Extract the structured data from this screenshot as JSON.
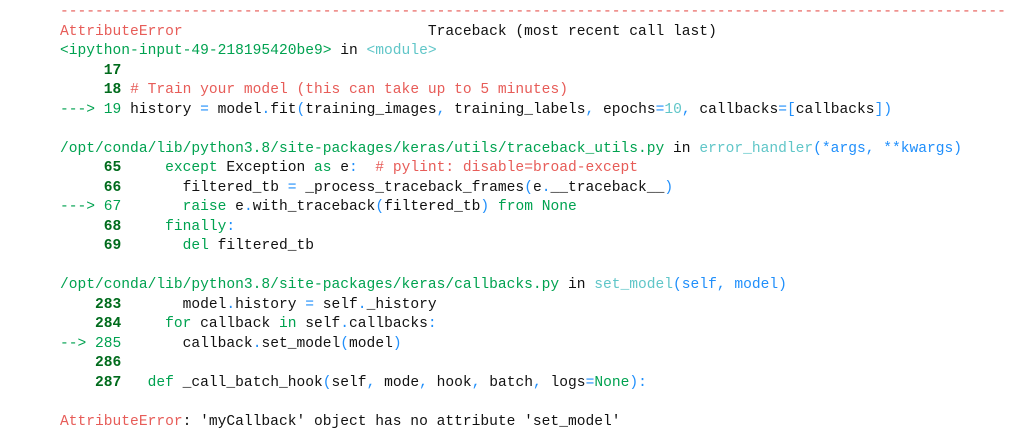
{
  "colors": {
    "red": "#e75c58",
    "green": "#00a250",
    "cyan": "#60c6c8",
    "blue": "#208ffb",
    "line_number": "#006b1c"
  },
  "traceback": {
    "lines": [
      [
        [
          "------------------------------------------------------------------------------------------------------------",
          "red"
        ]
      ],
      [
        [
          "AttributeError",
          "red"
        ],
        [
          "                            Traceback (most recent call last)",
          "blk"
        ]
      ],
      [
        [
          "<ipython-input-49-218195420be9>",
          "grn"
        ],
        [
          " in ",
          "blk"
        ],
        [
          "<module>",
          "cyn"
        ]
      ],
      [
        [
          "     17",
          "num"
        ]
      ],
      [
        [
          "     18",
          "num"
        ],
        [
          " # Train your model (this can take up to 5 minutes)",
          "red"
        ]
      ],
      [
        [
          "---> 19",
          "grn"
        ],
        [
          " history ",
          "blk"
        ],
        [
          "=",
          "blu"
        ],
        [
          " model",
          "blk"
        ],
        [
          ".",
          "blu"
        ],
        [
          "fit",
          "blk"
        ],
        [
          "(",
          "blu"
        ],
        [
          "training_images",
          "blk"
        ],
        [
          ",",
          "blu"
        ],
        [
          " training_labels",
          "blk"
        ],
        [
          ",",
          "blu"
        ],
        [
          " epochs",
          "blk"
        ],
        [
          "=",
          "blu"
        ],
        [
          "10",
          "cyn"
        ],
        [
          ",",
          "blu"
        ],
        [
          " callbacks",
          "blk"
        ],
        [
          "=[",
          "blu"
        ],
        [
          "callbacks",
          "blk"
        ],
        [
          "])",
          "blu"
        ]
      ],
      [
        [
          "",
          "blk"
        ]
      ],
      [
        [
          "/opt/conda/lib/python3.8/site-packages/keras/utils/traceback_utils.py",
          "grn"
        ],
        [
          " in ",
          "blk"
        ],
        [
          "error_handler",
          "cyn"
        ],
        [
          "(*args, **kwargs)",
          "blu"
        ]
      ],
      [
        [
          "     65",
          "num"
        ],
        [
          "     ",
          "blk"
        ],
        [
          "except",
          "grn"
        ],
        [
          " Exception ",
          "blk"
        ],
        [
          "as",
          "grn"
        ],
        [
          " e",
          "blk"
        ],
        [
          ":",
          "blu"
        ],
        [
          "  # pylint: disable=broad-except",
          "red"
        ]
      ],
      [
        [
          "     66",
          "num"
        ],
        [
          "       filtered_tb ",
          "blk"
        ],
        [
          "=",
          "blu"
        ],
        [
          " _process_traceback_frames",
          "blk"
        ],
        [
          "(",
          "blu"
        ],
        [
          "e",
          "blk"
        ],
        [
          ".",
          "blu"
        ],
        [
          "__traceback__",
          "blk"
        ],
        [
          ")",
          "blu"
        ]
      ],
      [
        [
          "---> 67",
          "grn"
        ],
        [
          "       ",
          "blk"
        ],
        [
          "raise",
          "grn"
        ],
        [
          " e",
          "blk"
        ],
        [
          ".",
          "blu"
        ],
        [
          "with_traceback",
          "blk"
        ],
        [
          "(",
          "blu"
        ],
        [
          "filtered_tb",
          "blk"
        ],
        [
          ")",
          "blu"
        ],
        [
          " from",
          "grn"
        ],
        [
          " None",
          "grn"
        ]
      ],
      [
        [
          "     68",
          "num"
        ],
        [
          "     ",
          "blk"
        ],
        [
          "finally",
          "grn"
        ],
        [
          ":",
          "blu"
        ]
      ],
      [
        [
          "     69",
          "num"
        ],
        [
          "       ",
          "blk"
        ],
        [
          "del",
          "grn"
        ],
        [
          " filtered_tb",
          "blk"
        ]
      ],
      [
        [
          "",
          "blk"
        ]
      ],
      [
        [
          "/opt/conda/lib/python3.8/site-packages/keras/callbacks.py",
          "grn"
        ],
        [
          " in ",
          "blk"
        ],
        [
          "set_model",
          "cyn"
        ],
        [
          "(self, model)",
          "blu"
        ]
      ],
      [
        [
          "    283",
          "num"
        ],
        [
          "       model",
          "blk"
        ],
        [
          ".",
          "blu"
        ],
        [
          "history ",
          "blk"
        ],
        [
          "=",
          "blu"
        ],
        [
          " self",
          "blk"
        ],
        [
          ".",
          "blu"
        ],
        [
          "_history",
          "blk"
        ]
      ],
      [
        [
          "    284",
          "num"
        ],
        [
          "     ",
          "blk"
        ],
        [
          "for",
          "grn"
        ],
        [
          " callback ",
          "blk"
        ],
        [
          "in",
          "grn"
        ],
        [
          " self",
          "blk"
        ],
        [
          ".",
          "blu"
        ],
        [
          "callbacks",
          "blk"
        ],
        [
          ":",
          "blu"
        ]
      ],
      [
        [
          "--> 285",
          "grn"
        ],
        [
          "       callback",
          "blk"
        ],
        [
          ".",
          "blu"
        ],
        [
          "set_model",
          "blk"
        ],
        [
          "(",
          "blu"
        ],
        [
          "model",
          "blk"
        ],
        [
          ")",
          "blu"
        ]
      ],
      [
        [
          "    286",
          "num"
        ]
      ],
      [
        [
          "    287",
          "num"
        ],
        [
          "   ",
          "blk"
        ],
        [
          "def",
          "grn"
        ],
        [
          " _call_batch_hook",
          "blk"
        ],
        [
          "(",
          "blu"
        ],
        [
          "self",
          "blk"
        ],
        [
          ",",
          "blu"
        ],
        [
          " mode",
          "blk"
        ],
        [
          ",",
          "blu"
        ],
        [
          " hook",
          "blk"
        ],
        [
          ",",
          "blu"
        ],
        [
          " batch",
          "blk"
        ],
        [
          ",",
          "blu"
        ],
        [
          " logs",
          "blk"
        ],
        [
          "=",
          "blu"
        ],
        [
          "None",
          "grn"
        ],
        [
          "):",
          "blu"
        ]
      ],
      [
        [
          "",
          "blk"
        ]
      ],
      [
        [
          "AttributeError",
          "red"
        ],
        [
          ": 'myCallback' object has no attribute 'set_model'",
          "blk"
        ]
      ]
    ]
  }
}
